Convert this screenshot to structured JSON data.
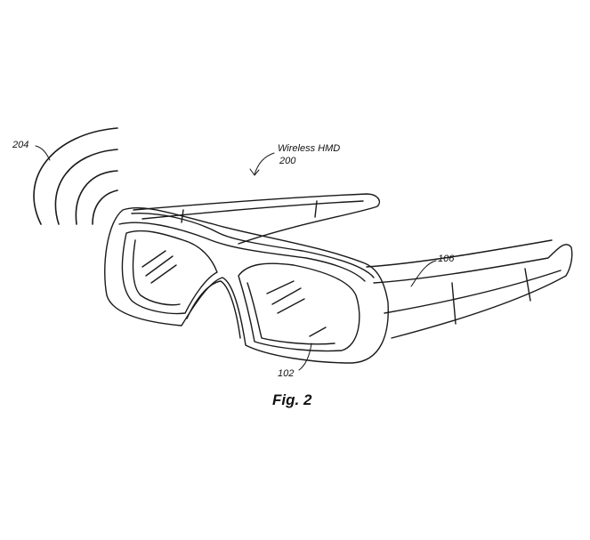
{
  "labels": {
    "signal_ref": "204",
    "device_name": "Wireless HMD",
    "device_ref": "200",
    "strap_ref": "106",
    "lens_ref": "102"
  },
  "caption": "Fig. 2"
}
